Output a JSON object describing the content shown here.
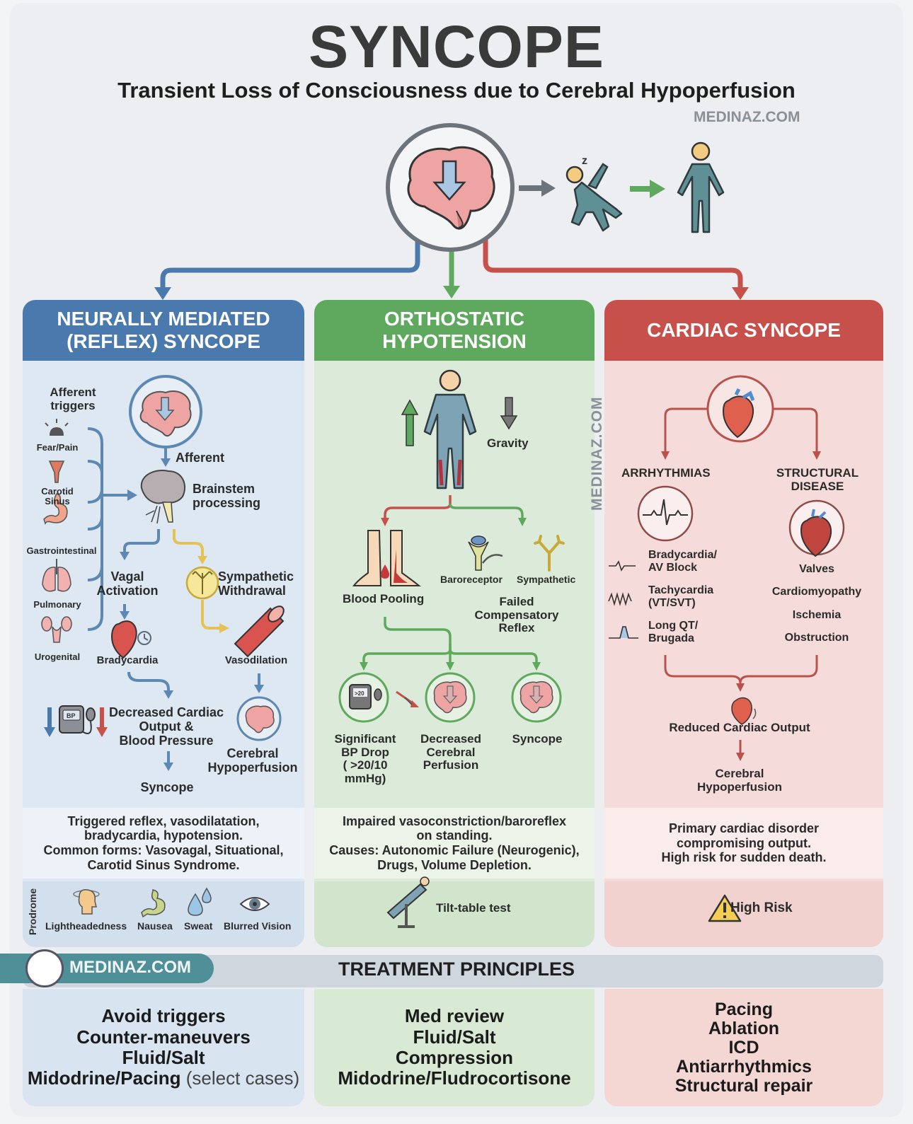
{
  "header": {
    "title": "SYNCOPE",
    "subtitle": "Transient Loss of Consciousness due to Cerebral Hypoperfusion",
    "brand": "MEDINAZ.COM"
  },
  "colors": {
    "reflex": "#4a79ad",
    "orthostatic": "#5ea95d",
    "cardiac": "#c8504a",
    "treatment_logo": "#4f8f98"
  },
  "hero": {
    "icons": [
      "brain-hypoperfusion-icon",
      "falling-person-icon",
      "standing-person-icon"
    ]
  },
  "reflex": {
    "title_line1": "NEURALLY MEDIATED",
    "title_line2": "(REFLEX) SYNCOPE",
    "triggers_label_1": "Afferent",
    "triggers_label_2": "triggers",
    "triggers": [
      "Fear/Pain",
      "Carotid Sinus",
      "Gastrointestinal",
      "Pulmonary",
      "Urogenital"
    ],
    "carotid_1": "Carotid",
    "carotid_2": "Sinus",
    "afferent": "Afferent",
    "brainstem_1": "Brainstem",
    "brainstem_2": "processing",
    "vagal_1": "Vagal",
    "vagal_2": "Activation",
    "symp_1": "Sympathetic",
    "symp_2": "Withdrawal",
    "bradycardia": "Bradycardia",
    "vasodilation": "Vasodilation",
    "bp_badge": "BP",
    "dco_1": "Decreased Cardiac",
    "dco_2": "Output &",
    "dco_3": "Blood Pressure",
    "cereb_1": "Cerebral",
    "cereb_2": "Hypoperfusion",
    "syncope": "Syncope",
    "desc_1": "Triggered reflex, vasodilatation,",
    "desc_2": "bradycardia, hypotension.",
    "desc_3": "Common forms: Vasovagal, Situational,",
    "desc_4": "Carotid Sinus Syndrome.",
    "prodrome_label": "Prodrome",
    "prodrome": [
      "Lightheadedness",
      "Nausea",
      "Sweat",
      "Blurred Vision"
    ]
  },
  "orthostatic": {
    "title_line1": "ORTHOSTATIC",
    "title_line2": "HYPOTENSION",
    "gravity": "Gravity",
    "blood_pooling": "Blood Pooling",
    "baroreceptor": "Baroreceptor",
    "sympathetic": "Sympathetic",
    "failed_1": "Failed",
    "failed_2": "Compensatory",
    "failed_3": "Reflex",
    "bp_readout": ">20",
    "bp_drop_1": "Significant",
    "bp_drop_2": "BP Drop",
    "bp_drop_3": "( >20/10",
    "bp_drop_4": "mmHg)",
    "dcp_1": "Decreased",
    "dcp_2": "Cerebral",
    "dcp_3": "Perfusion",
    "syncope": "Syncope",
    "desc_1": "Impaired vasoconstriction/baroreflex",
    "desc_2": "on standing.",
    "desc_3": "Causes: Autonomic Failure (Neurogenic),",
    "desc_4": "Drugs, Volume Depletion.",
    "test": "Tilt-table test"
  },
  "cardiac": {
    "title": "CARDIAC SYNCOPE",
    "arrhythmias": "ARRHYTHMIAS",
    "structural_1": "STRUCTURAL",
    "structural_2": "DISEASE",
    "arr_items": [
      {
        "l1": "Bradycardia/",
        "l2": "AV Block"
      },
      {
        "l1": "Tachycardia",
        "l2": "(VT/SVT)"
      },
      {
        "l1": "Long QT/",
        "l2": "Brugada"
      }
    ],
    "struct_items": [
      "Valves",
      "Cardiomyopathy",
      "Ischemia",
      "Obstruction"
    ],
    "reduced": "Reduced Cardiac Output",
    "cereb_1": "Cerebral",
    "cereb_2": "Hypoperfusion",
    "desc_1": "Primary cardiac disorder",
    "desc_2": "compromising output.",
    "desc_3": "High risk for sudden death.",
    "risk": "High Risk"
  },
  "watermark": "MEDINAZ.COM",
  "treatment": {
    "title": "TREATMENT PRINCIPLES",
    "logo_text": "MEDINAZ.COM",
    "reflex": [
      "Avoid triggers",
      "Counter-maneuvers",
      "Fluid/Salt",
      "Midodrine/Pacing"
    ],
    "reflex_note": "(select cases)",
    "orthostatic": [
      "Med review",
      "Fluid/Salt",
      "Compression",
      "Midodrine/Fludrocortisone"
    ],
    "cardiac": [
      "Pacing",
      "Ablation",
      "ICD",
      "Antiarrhythmics",
      "Structural repair"
    ]
  }
}
